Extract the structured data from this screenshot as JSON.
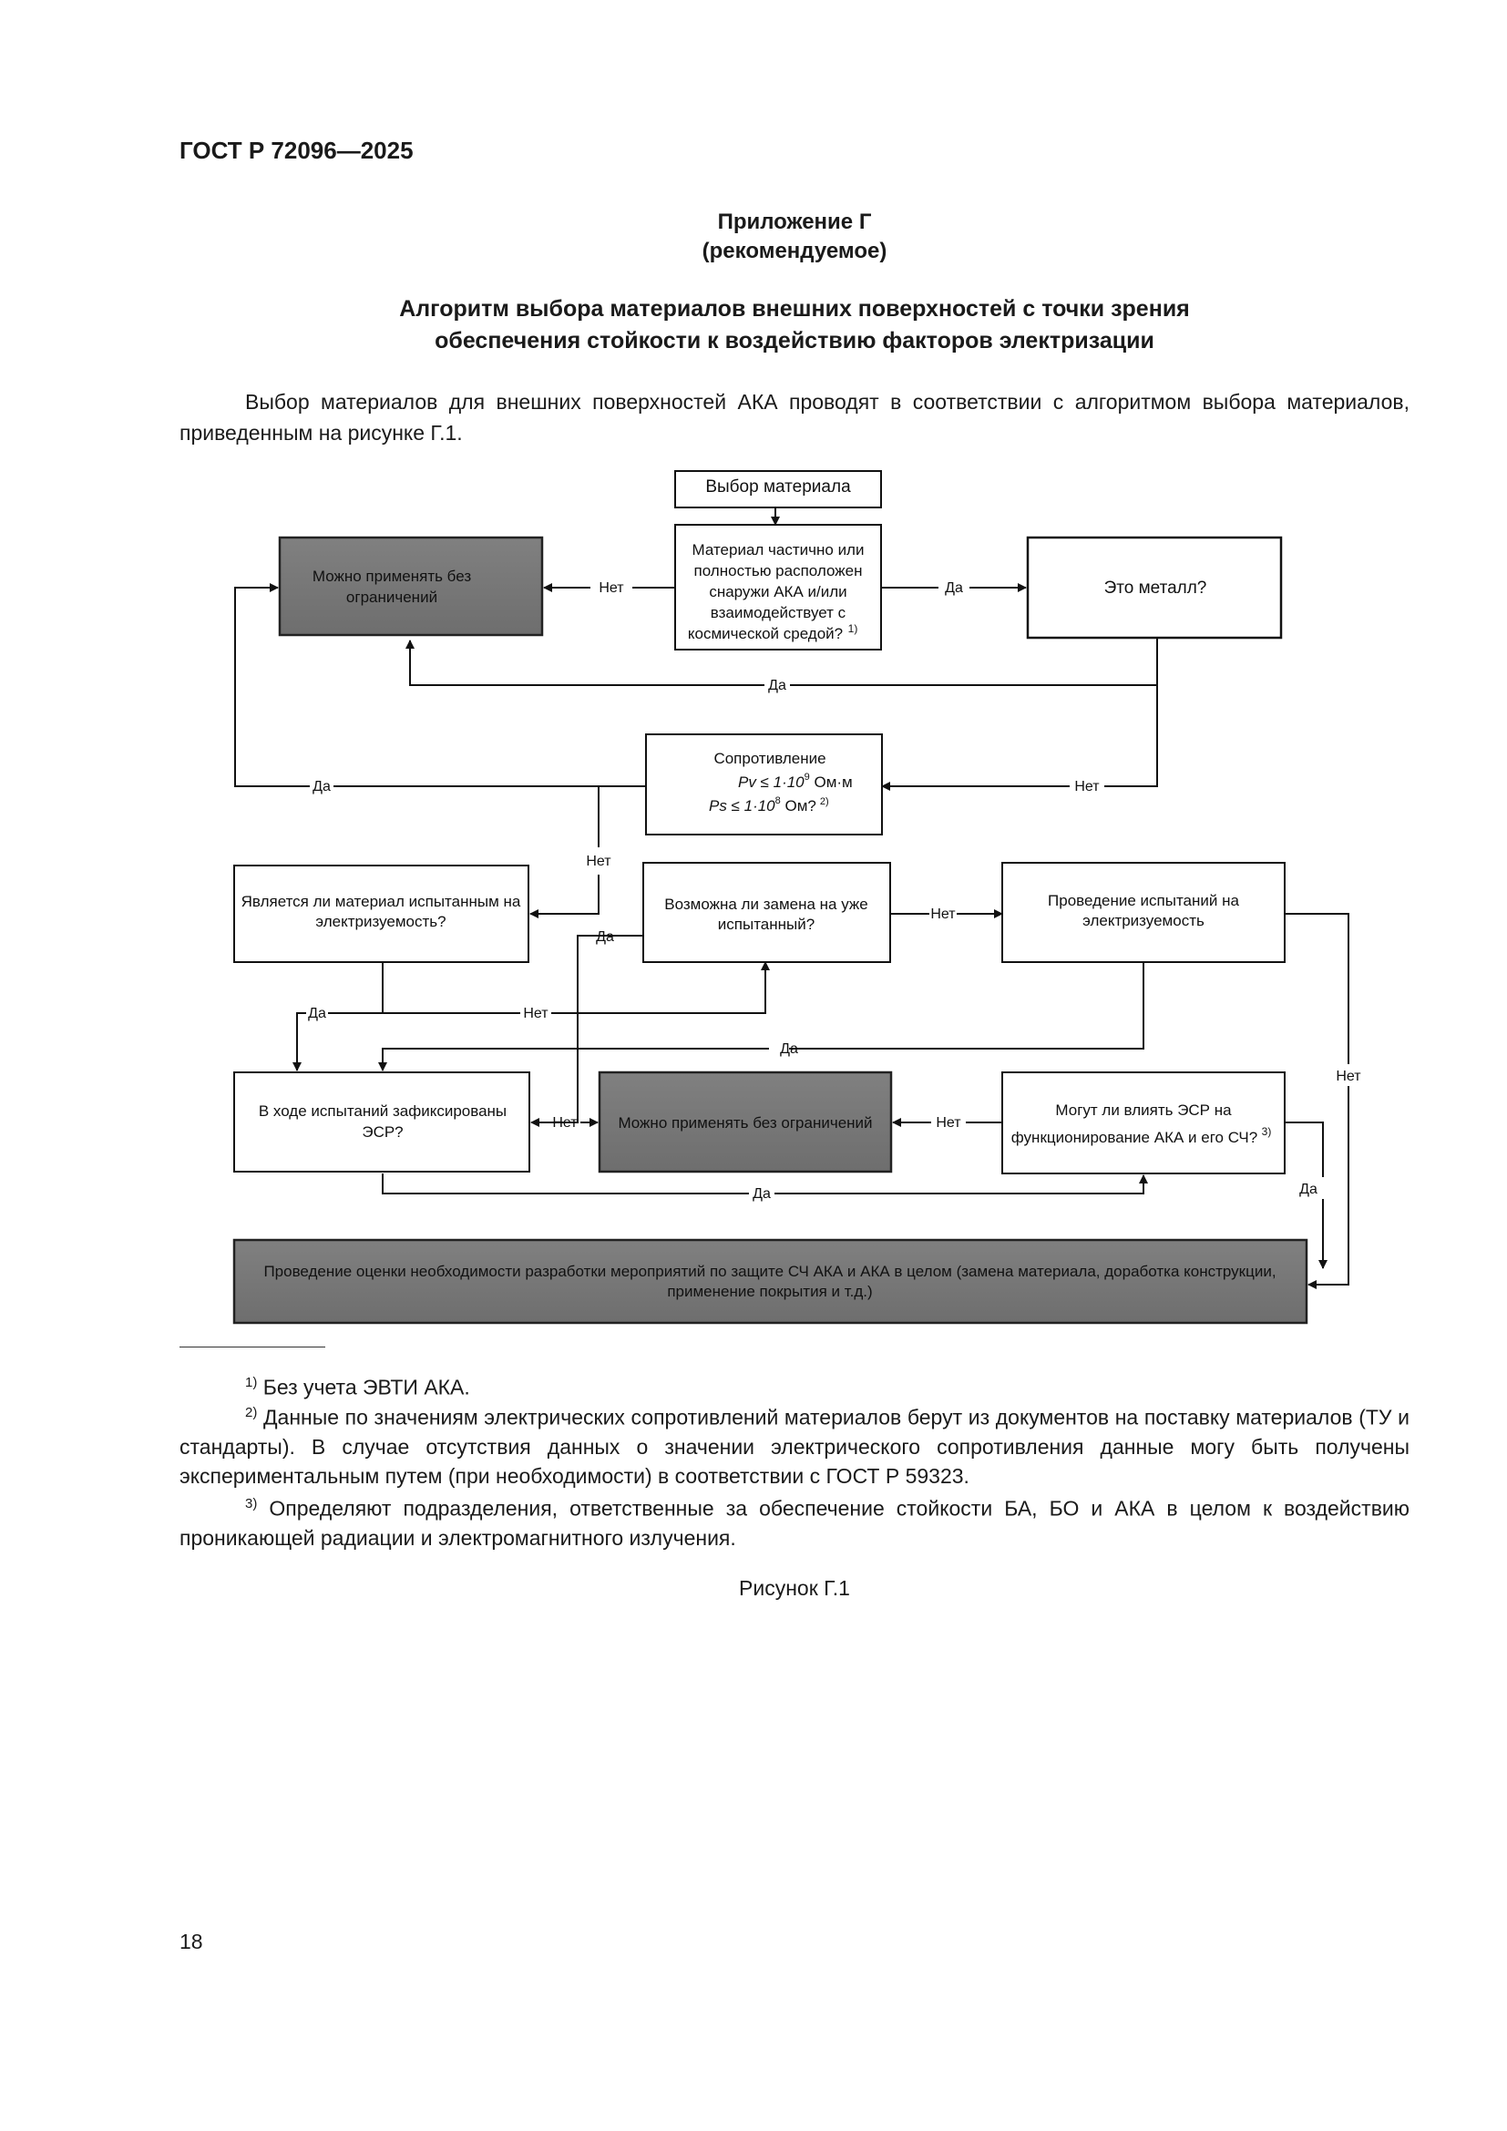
{
  "header": {
    "standard": "ГОСТ Р 72096—2025"
  },
  "appendix": {
    "title": "Приложение Г",
    "subtitle": "(рекомендуемое)",
    "heading_line1": "Алгоритм выбора материалов внешних поверхностей с точки зрения",
    "heading_line2": "обеспечения стойкости к воздействию факторов электризации"
  },
  "intro": "Выбор материалов для внешних поверхностей АКА проводят в соответствии с алгоритмом выбора материалов, приведенным на рисунке Г.1.",
  "flowchart": {
    "start": "Выбор материала",
    "q_outside": [
      "Материал частично или",
      "полностью расположен",
      "снаружи АКА и/или",
      "взаимодействует с",
      "космической средой?"
    ],
    "q_outside_sup": "1)",
    "can_use_1": [
      "Можно применять без",
      "ограничений"
    ],
    "q_metal": "Это металл?",
    "q_resistance_title": "Сопротивление",
    "q_resistance_pv": "Pv ≤ 1·10",
    "q_resistance_pv_exp": "9",
    "q_resistance_pv_unit": " Ом·м",
    "q_resistance_ps": "Ps ≤ 1·10",
    "q_resistance_ps_exp": "8",
    "q_resistance_ps_unit": " Ом?",
    "q_resistance_sup": "2)",
    "q_tested": [
      "Является ли материал испытанным на",
      "электризуемость?"
    ],
    "q_replace": [
      "Возможна ли замена на уже",
      "испытанный?"
    ],
    "do_tests": [
      "Проведение испытаний на",
      "электризуемость"
    ],
    "q_esd_recorded": [
      "В ходе испытаний зафиксированы",
      "ЭСР?"
    ],
    "can_use_2": "Можно применять без ограничений",
    "q_esd_affect": [
      "Могут ли влиять ЭСР на",
      "функционирование АКА и его СЧ?"
    ],
    "q_esd_affect_sup": "3)",
    "assessment": [
      "Проведение оценки необходимости разработки мероприятий по защите СЧ АКА и АКА в целом (замена материала, доработка конструкции,",
      "применение покрытия и т.д.)"
    ],
    "label_yes": "Да",
    "label_no": "Нет"
  },
  "footnotes": {
    "fn1_mark": "1)",
    "fn1": "Без учета ЭВТИ АКА.",
    "fn2_mark": "2)",
    "fn2": "Данные по значениям электрических сопротивлений материалов берут из документов на поставку материалов (ТУ и стандарты). В случае отсутствия данных о значении электрического сопротивления данные могу быть получены экспериментальным путем (при необходимости) в соответствии с ГОСТ Р 59323.",
    "fn3_mark": "3)",
    "fn3": "Определяют подразделения, ответственные за обеспечение стойкости БА, БО и АКА в целом к воздействию проникающей радиации и электромагнитного излучения."
  },
  "figure_caption": "Рисунок Г.1",
  "page_number": "18"
}
